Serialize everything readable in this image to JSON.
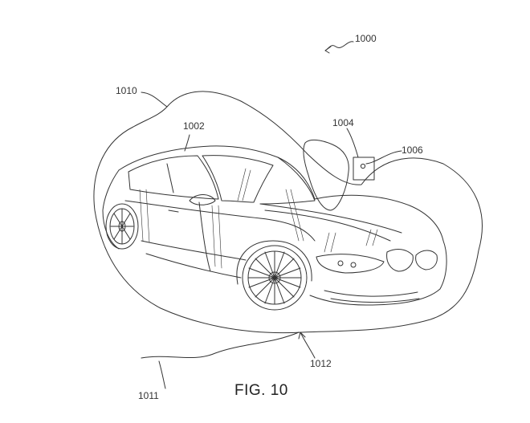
{
  "figure": {
    "caption": "FIG. 10",
    "labels": {
      "system": "1000",
      "vehicle": "1002",
      "device": "1004",
      "sensor": "1006",
      "region": "1010",
      "path": "1011",
      "point": "1012"
    }
  },
  "colors": {
    "ink": "#333333",
    "paper": "#ffffff"
  }
}
